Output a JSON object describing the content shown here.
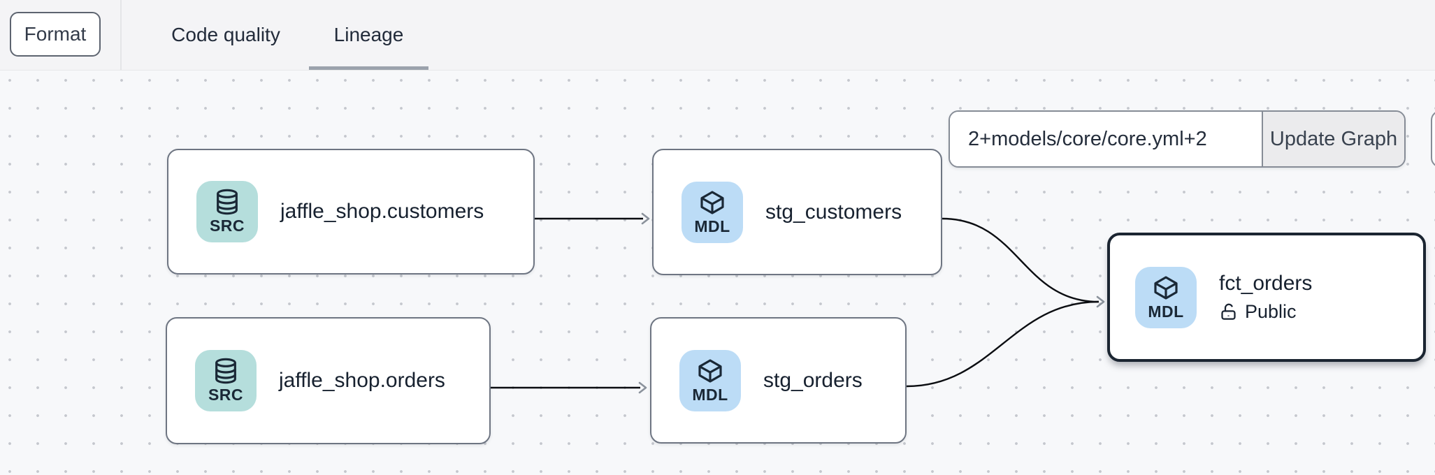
{
  "header": {
    "format_button": "Format",
    "tabs": [
      {
        "label": "Code quality",
        "active": false
      },
      {
        "label": "Lineage",
        "active": true
      }
    ]
  },
  "toolbar": {
    "selector_value": "2+models/core/core.yml+2",
    "update_button": "Update Graph"
  },
  "graph": {
    "nodes": [
      {
        "id": "jaffle_shop.customers",
        "type_label": "SRC",
        "icon": "database-icon",
        "title": "jaffle_shop.customers",
        "selected": false
      },
      {
        "id": "stg_customers",
        "type_label": "MDL",
        "icon": "cube-icon",
        "title": "stg_customers",
        "selected": false
      },
      {
        "id": "jaffle_shop.orders",
        "type_label": "SRC",
        "icon": "database-icon",
        "title": "jaffle_shop.orders",
        "selected": false
      },
      {
        "id": "stg_orders",
        "type_label": "MDL",
        "icon": "cube-icon",
        "title": "stg_orders",
        "selected": false
      },
      {
        "id": "fct_orders",
        "type_label": "MDL",
        "icon": "cube-icon",
        "title": "fct_orders",
        "access": "Public",
        "access_icon": "unlock-icon",
        "selected": true
      }
    ],
    "edges": [
      {
        "from": "jaffle_shop.customers",
        "to": "stg_customers"
      },
      {
        "from": "jaffle_shop.orders",
        "to": "stg_orders"
      },
      {
        "from": "stg_customers",
        "to": "fct_orders"
      },
      {
        "from": "stg_orders",
        "to": "fct_orders"
      }
    ]
  },
  "colors": {
    "header_bg": "#f4f4f6",
    "canvas_bg": "#f7f8fa",
    "canvas_dot": "#c5c8ce",
    "node_border": "#6e7582",
    "selected_node_border": "#1b2531",
    "src_badge_bg": "#b5dedc",
    "mdl_badge_bg": "#bcdcf6",
    "edge": "#0b0d11",
    "arrowhead": "#8b929c",
    "tab_underline": "#9ba2ac",
    "update_button_bg": "#ebebed"
  }
}
